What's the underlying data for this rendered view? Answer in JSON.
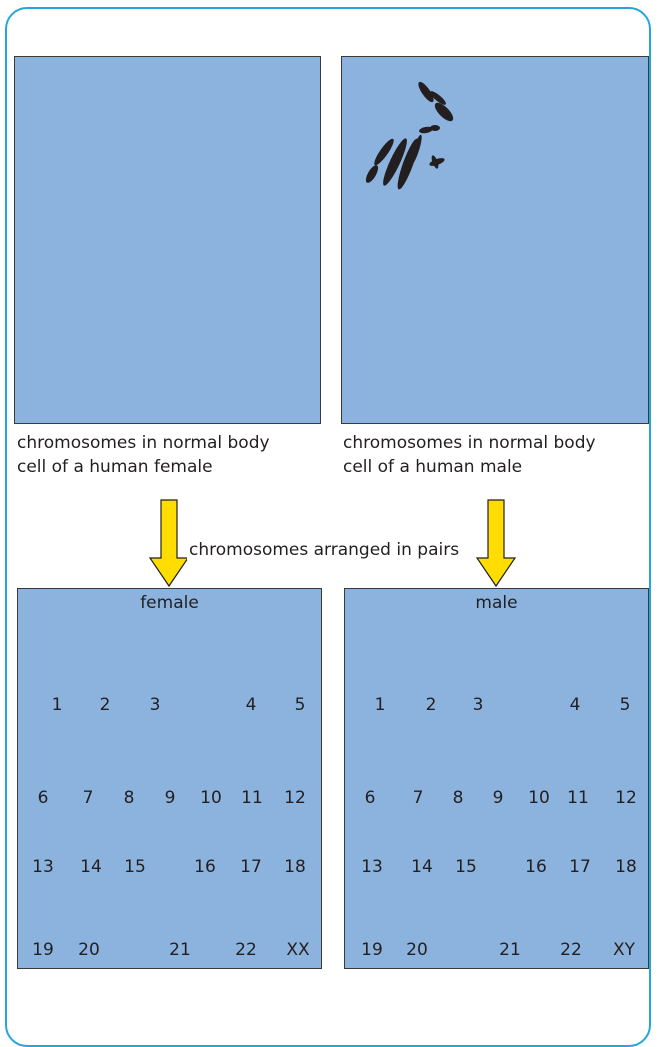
{
  "top_left_caption": [
    "chromosomes in normal body",
    "cell of a human female"
  ],
  "top_right_caption": [
    "chromosomes in normal body",
    "cell of a human male"
  ],
  "middle_label": "chromosomes arranged in pairs",
  "female_karyotype": {
    "title": "female",
    "rows": [
      [
        "1",
        "2",
        "3",
        "4",
        "5"
      ],
      [
        "6",
        "7",
        "8",
        "9",
        "10",
        "11",
        "12"
      ],
      [
        "13",
        "14",
        "15",
        "16",
        "17",
        "18"
      ],
      [
        "19",
        "20",
        "21",
        "22",
        "XX"
      ]
    ]
  },
  "male_karyotype": {
    "title": "male",
    "rows": [
      [
        "1",
        "2",
        "3",
        "4",
        "5"
      ],
      [
        "6",
        "7",
        "8",
        "9",
        "10",
        "11",
        "12"
      ],
      [
        "13",
        "14",
        "15",
        "16",
        "17",
        "18"
      ],
      [
        "19",
        "20",
        "21",
        "22",
        "XY"
      ]
    ]
  },
  "colors": {
    "border": "#22a6e0",
    "panel": "#8bb3dd",
    "arrow": "#ffdd00"
  }
}
